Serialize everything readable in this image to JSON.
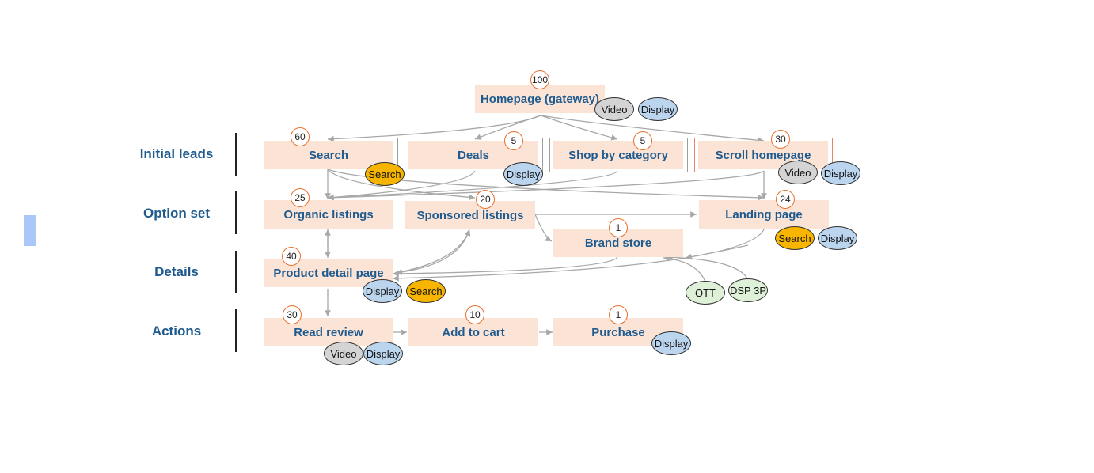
{
  "rows": [
    {
      "id": "initial",
      "label": "Initial leads"
    },
    {
      "id": "option",
      "label": "Option set"
    },
    {
      "id": "details",
      "label": "Details"
    },
    {
      "id": "actions",
      "label": "Actions"
    }
  ],
  "nodes": {
    "homepage": {
      "label": "Homepage (gateway)",
      "count": "100"
    },
    "search": {
      "label": "Search",
      "count": "60"
    },
    "deals": {
      "label": "Deals",
      "count": "5"
    },
    "shop_by_category": {
      "label": "Shop by category",
      "count": "5"
    },
    "scroll_homepage": {
      "label": "Scroll homepage",
      "count": "30"
    },
    "organic_listings": {
      "label": "Organic listings",
      "count": "25"
    },
    "sponsored_listings": {
      "label": "Sponsored listings",
      "count": "20"
    },
    "landing_page": {
      "label": "Landing page",
      "count": "24"
    },
    "brand_store": {
      "label": "Brand store",
      "count": "1"
    },
    "product_detail_page": {
      "label": "Product detail  page",
      "count": "40"
    },
    "read_review": {
      "label": "Read review",
      "count": "30"
    },
    "add_to_cart": {
      "label": "Add to cart",
      "count": "10"
    },
    "purchase": {
      "label": "Purchase",
      "count": "1"
    }
  },
  "tags": {
    "video": "Video",
    "display": "Display",
    "search": "Search",
    "ott": "OTT",
    "dsp_3p": "DSP 3P"
  },
  "colors": {
    "node_fill": "#fbe3d6",
    "node_text": "#1f5b8f",
    "count_ring": "#e8702c",
    "video_tag": "#d4d4d4",
    "display_tag": "#bcd5ee",
    "search_tag": "#f7b500",
    "ott_tag": "#def0d8",
    "link": "#a8a8a8"
  }
}
